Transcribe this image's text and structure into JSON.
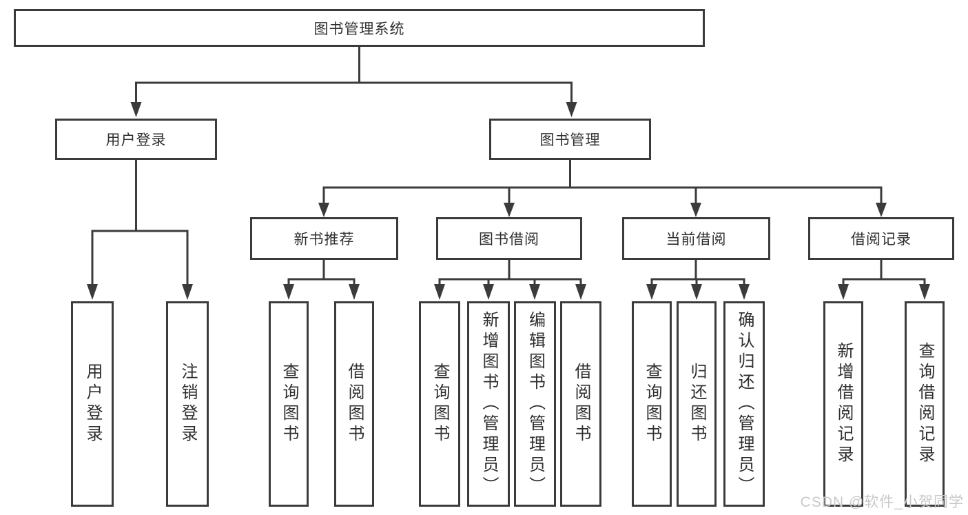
{
  "diagram": {
    "root": {
      "label": "图书管理系统"
    },
    "branches": [
      {
        "label": "用户登录",
        "children": [
          {
            "label": "用户登录"
          },
          {
            "label": "注销登录"
          }
        ]
      },
      {
        "label": "图书管理",
        "children": [
          {
            "label": "新书推荐",
            "children": [
              {
                "label": "查询图书"
              },
              {
                "label": "借阅图书"
              }
            ]
          },
          {
            "label": "图书借阅",
            "children": [
              {
                "label": "查询图书"
              },
              {
                "label": "新增图书（管理员）"
              },
              {
                "label": "编辑图书（管理员）"
              },
              {
                "label": "借阅图书"
              }
            ]
          },
          {
            "label": "当前借阅",
            "children": [
              {
                "label": "查询图书"
              },
              {
                "label": "归还图书"
              },
              {
                "label": "确认归还（管理员）"
              }
            ]
          },
          {
            "label": "借阅记录",
            "children": [
              {
                "label": "新增借阅记录"
              },
              {
                "label": "查询借阅记录"
              }
            ]
          }
        ]
      }
    ]
  },
  "watermark": {
    "text": "CSDN @软件_小贺同学"
  },
  "colors": {
    "line": "#3b3b3b",
    "text": "#2f2f2f",
    "watermark": "#c9c9c9",
    "background": "#ffffff"
  }
}
